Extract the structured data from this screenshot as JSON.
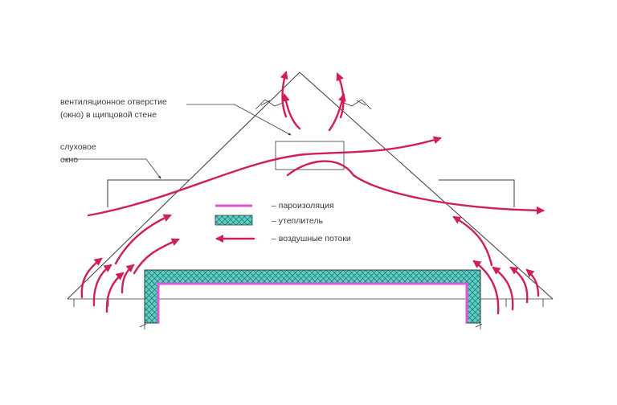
{
  "callouts": {
    "vent_opening": [
      "вентиляционное отверстие",
      "(окно) в щипцовой стене"
    ],
    "dormer_window": [
      "слуховое",
      "окно"
    ]
  },
  "legend": [
    {
      "key": "vapor_barrier",
      "label": "– пароизоляция"
    },
    {
      "key": "insulation",
      "label": "– утеплитель"
    },
    {
      "key": "air_flow",
      "label": "– воздушные потоки"
    }
  ],
  "colors": {
    "line": "#3a3a3a",
    "air_flow": "#d01e5a",
    "vapor_barrier": "#e055d8",
    "insulation": "#5ecfc4"
  }
}
